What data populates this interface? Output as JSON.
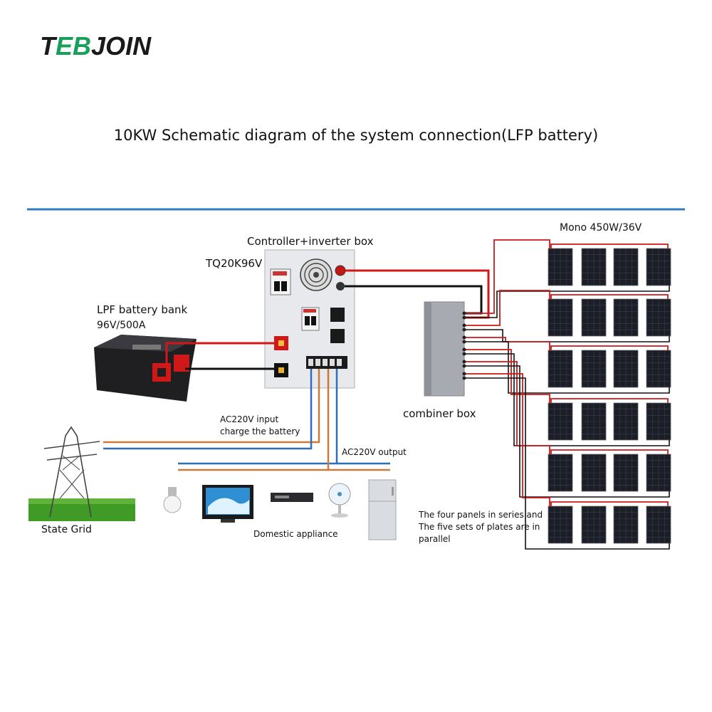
{
  "brand": {
    "logo_text": "TEBJOIN"
  },
  "title": "10KW Schematic diagram of the system connection(LFP battery)",
  "labels": {
    "controller_box": "Controller+inverter box",
    "model": "TQ20K96V",
    "battery_name": "LPF battery bank",
    "battery_spec": "96V/500A",
    "panel_spec": "Mono 450W/36V",
    "combiner": "combiner box",
    "ac_input_line1": "AC220V input",
    "ac_input_line2": "charge the battery",
    "ac_output": "AC220V output",
    "state_grid": "State Grid",
    "domestic": "Domestic appliance",
    "note_line1": "The four panels in series and",
    "note_line2": "The five sets of plates are in",
    "note_line3": "parallel"
  },
  "colors": {
    "accent_line": "#2e7bc4",
    "positive_wire": "#d01818",
    "negative_wire": "#111111",
    "ac_input_wire": "#c87a3a",
    "ac_output_wire": "#2e6fb7",
    "panel": "#1b1e26",
    "logo_accent": "#17a05a"
  },
  "icons": [
    "transmission-tower-icon",
    "light-bulb-icon",
    "television-icon",
    "dvd-player-icon",
    "electric-fan-icon",
    "refrigerator-icon"
  ]
}
